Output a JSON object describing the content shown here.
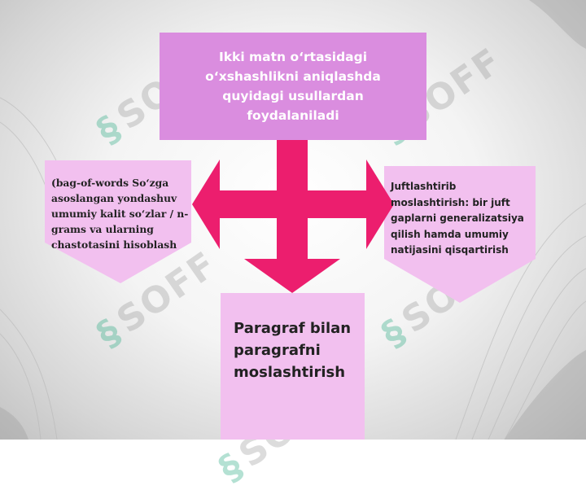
{
  "diagram": {
    "top_box": {
      "text": "Ikki matn o‘rtasidagi o‘xshashlikni aniqlashda quyidagi usullardan foydalaniladi"
    },
    "left_box": {
      "text": "(bag-of-words So‘zga asoslangan yondashuv umumiy kalit so‘zlar / n-grams va ularning chastotasini hisoblash"
    },
    "right_box": {
      "text": "Juftlashtirib moslashtirish: bir juft gaplarni generalizatsiya qilish hamda umumiy natijasini qisqartirish"
    },
    "bottom_box": {
      "text": "Paragraf bilan paragrafni moslashtirish"
    }
  },
  "watermark": {
    "text": "SOFF"
  },
  "colors": {
    "top_box": "#da8ddf",
    "side_boxes": "#f2c0ef",
    "arrow": "#ec1e6e",
    "watermark_symbol": "#28aa82"
  }
}
